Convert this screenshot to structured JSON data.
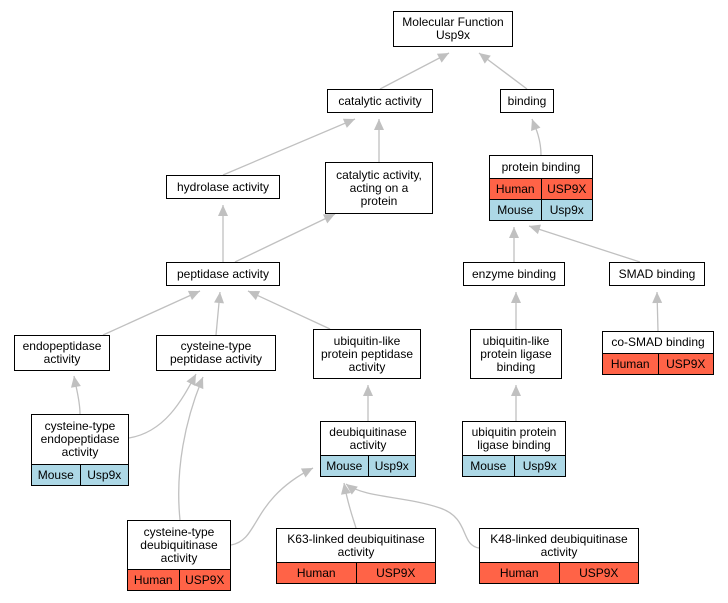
{
  "colors": {
    "human": "#ff6347",
    "mouse": "#add8e6",
    "edge": "#c0c0c0",
    "border": "#000000"
  },
  "nodes": {
    "mf": {
      "label": "Molecular Function\nUsp9x"
    },
    "catalytic": {
      "label": "catalytic activity"
    },
    "binding": {
      "label": "binding"
    },
    "hydrolase": {
      "label": "hydrolase activity"
    },
    "cat_protein": {
      "label": "catalytic activity,\nacting on a\nprotein"
    },
    "protein_binding": {
      "label": "protein binding",
      "annotations": [
        {
          "species": "Human",
          "gene": "USP9X"
        },
        {
          "species": "Mouse",
          "gene": "Usp9x"
        }
      ]
    },
    "peptidase": {
      "label": "peptidase activity"
    },
    "enzyme_binding": {
      "label": "enzyme binding"
    },
    "smad_binding": {
      "label": "SMAD binding"
    },
    "endopeptidase": {
      "label": "endopeptidase\nactivity"
    },
    "cys_peptidase": {
      "label": "cysteine-type\npeptidase activity"
    },
    "ubl_peptidase": {
      "label": "ubiquitin-like\nprotein peptidase\nactivity"
    },
    "ubl_ligase_binding": {
      "label": "ubiquitin-like\nprotein ligase\nbinding"
    },
    "cosmad": {
      "label": "co-SMAD binding",
      "annotations": [
        {
          "species": "Human",
          "gene": "USP9X"
        }
      ]
    },
    "cys_endopeptidase": {
      "label": "cysteine-type\nendopeptidase\nactivity",
      "annotations": [
        {
          "species": "Mouse",
          "gene": "Usp9x"
        }
      ]
    },
    "dub": {
      "label": "deubiquitinase\nactivity",
      "annotations": [
        {
          "species": "Mouse",
          "gene": "Usp9x"
        }
      ]
    },
    "ub_ligase_binding": {
      "label": "ubiquitin protein\nligase binding",
      "annotations": [
        {
          "species": "Mouse",
          "gene": "Usp9x"
        }
      ]
    },
    "cys_dub": {
      "label": "cysteine-type\ndeubiquitinase\nactivity",
      "annotations": [
        {
          "species": "Human",
          "gene": "USP9X"
        }
      ]
    },
    "k63": {
      "label": "K63-linked deubiquitinase\nactivity",
      "annotations": [
        {
          "species": "Human",
          "gene": "USP9X"
        }
      ]
    },
    "k48": {
      "label": "K48-linked deubiquitinase\nactivity",
      "annotations": [
        {
          "species": "Human",
          "gene": "USP9X"
        }
      ]
    }
  },
  "edges": [
    [
      "catalytic",
      "mf"
    ],
    [
      "binding",
      "mf"
    ],
    [
      "hydrolase",
      "catalytic"
    ],
    [
      "cat_protein",
      "catalytic"
    ],
    [
      "protein_binding",
      "binding"
    ],
    [
      "peptidase",
      "hydrolase"
    ],
    [
      "peptidase",
      "cat_protein"
    ],
    [
      "enzyme_binding",
      "protein_binding"
    ],
    [
      "smad_binding",
      "protein_binding"
    ],
    [
      "endopeptidase",
      "peptidase"
    ],
    [
      "cys_peptidase",
      "peptidase"
    ],
    [
      "ubl_peptidase",
      "peptidase"
    ],
    [
      "ubl_ligase_binding",
      "enzyme_binding"
    ],
    [
      "cosmad",
      "smad_binding"
    ],
    [
      "cys_endopeptidase",
      "endopeptidase"
    ],
    [
      "cys_endopeptidase",
      "cys_peptidase"
    ],
    [
      "dub",
      "ubl_peptidase"
    ],
    [
      "ub_ligase_binding",
      "ubl_ligase_binding"
    ],
    [
      "cys_dub",
      "cys_peptidase"
    ],
    [
      "cys_dub",
      "dub"
    ],
    [
      "k63",
      "dub"
    ],
    [
      "k48",
      "dub"
    ]
  ]
}
